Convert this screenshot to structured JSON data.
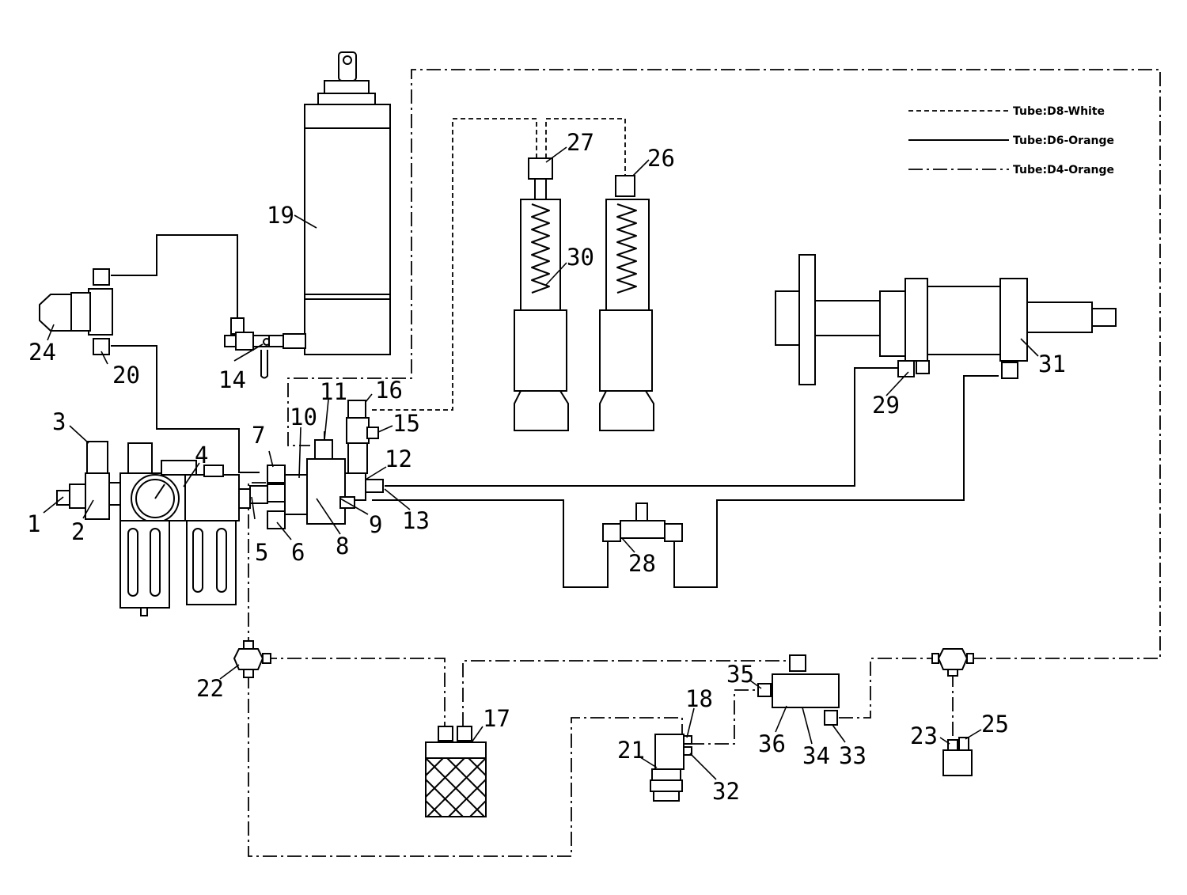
{
  "legend": [
    {
      "label": "Tube:D8-White",
      "style": "dashed"
    },
    {
      "label": "Tube:D6-Orange",
      "style": "solid"
    },
    {
      "label": "Tube:D4-Orange",
      "style": "dash-dot"
    }
  ],
  "parts": {
    "p1": "1",
    "p2": "2",
    "p3": "3",
    "p4": "4",
    "p5": "5",
    "p6": "6",
    "p7": "7",
    "p8": "8",
    "p9": "9",
    "p10": "10",
    "p11": "11",
    "p12": "12",
    "p13": "13",
    "p14": "14",
    "p15": "15",
    "p16": "16",
    "p17": "17",
    "p18": "18",
    "p19": "19",
    "p20": "20",
    "p21": "21",
    "p22": "22",
    "p23": "23",
    "p24": "24",
    "p25": "25",
    "p26": "26",
    "p27": "27",
    "p28": "28",
    "p29": "29",
    "p30": "30",
    "p31": "31",
    "p32": "32",
    "p33": "33",
    "p34": "34",
    "p35": "35",
    "p36": "36"
  }
}
